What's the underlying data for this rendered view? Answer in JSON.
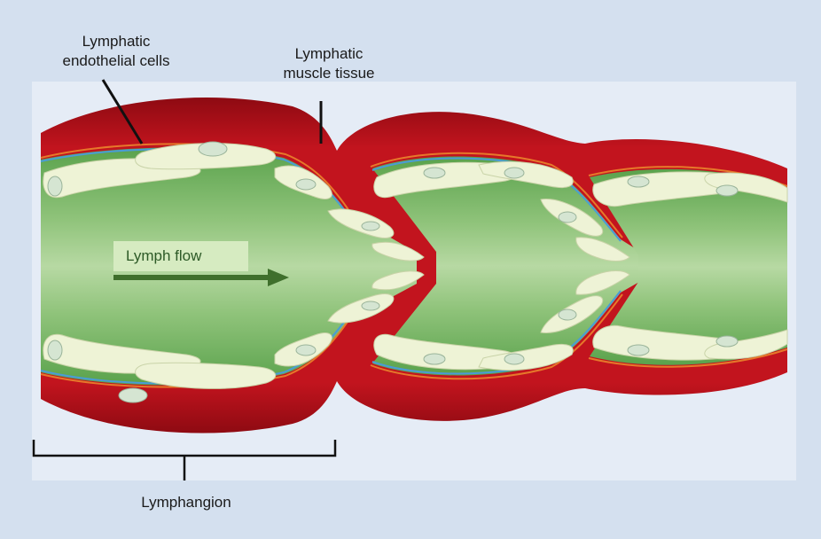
{
  "labels": {
    "endothelial": [
      "Lymphatic",
      "endothelial cells"
    ],
    "muscle": [
      "Lymphatic",
      "muscle tissue"
    ],
    "flow": "Lymph flow",
    "lymphangion": "Lymphangion"
  },
  "colors": {
    "background": "#d4e0ef",
    "panel": "#e5ecf6",
    "muscle": "#b0101a",
    "lumen_center": "#b7d9a3",
    "lumen_edge": "#5aa24c",
    "endothelial_cell": "#eef3d6",
    "nucleus": "#d5e5d2",
    "flow_arrow": "#3f6f2c",
    "fibers": "#e6782a"
  }
}
